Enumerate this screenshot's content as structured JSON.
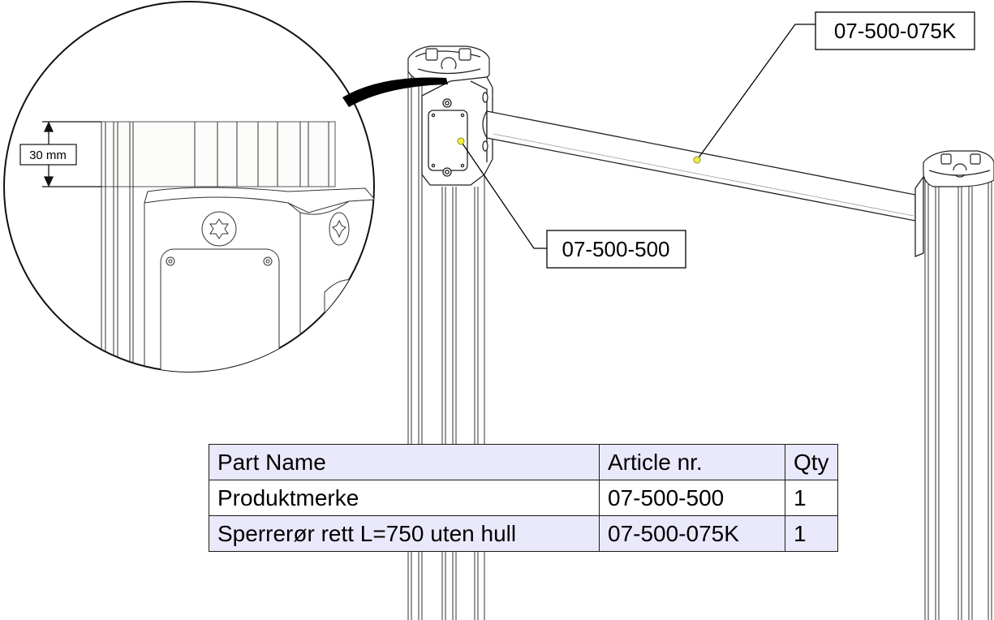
{
  "callouts": {
    "bar": "07-500-075K",
    "label_plate": "07-500-500"
  },
  "detail": {
    "dimension_label": "30 mm"
  },
  "bom": {
    "headers": [
      "Part Name",
      "Article nr.",
      "Qty"
    ],
    "rows": [
      [
        "Produktmerke",
        "07-500-500",
        "1"
      ],
      [
        "Sperrerør rett L=750 uten hull",
        "07-500-075K",
        "1"
      ]
    ]
  },
  "colors": {
    "table_header_bg": "#e9e9fb",
    "table_alt_row_bg": "#e9e9fb",
    "callout_dot": "#f4ef3c"
  }
}
